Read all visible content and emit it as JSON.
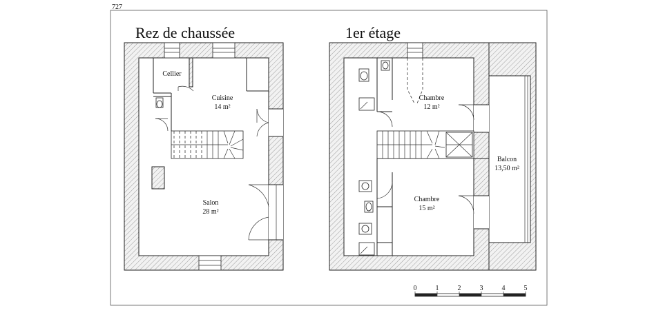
{
  "page_number": "727",
  "ground_floor": {
    "title": "Rez de chaussée",
    "rooms": [
      {
        "name": "Cellier",
        "area": ""
      },
      {
        "name": "Cuisine",
        "area": "14 m²"
      },
      {
        "name": "Salon",
        "area": "28 m²"
      }
    ]
  },
  "first_floor": {
    "title": "1er étage",
    "rooms": [
      {
        "name": "Chambre",
        "area": "12 m²"
      },
      {
        "name": "Chambre",
        "area": "15 m²"
      },
      {
        "name": "Balcon",
        "area": "13,50 m²"
      }
    ]
  },
  "scale_bar": {
    "ticks": [
      "0",
      "1",
      "2",
      "3",
      "4",
      "5"
    ]
  }
}
